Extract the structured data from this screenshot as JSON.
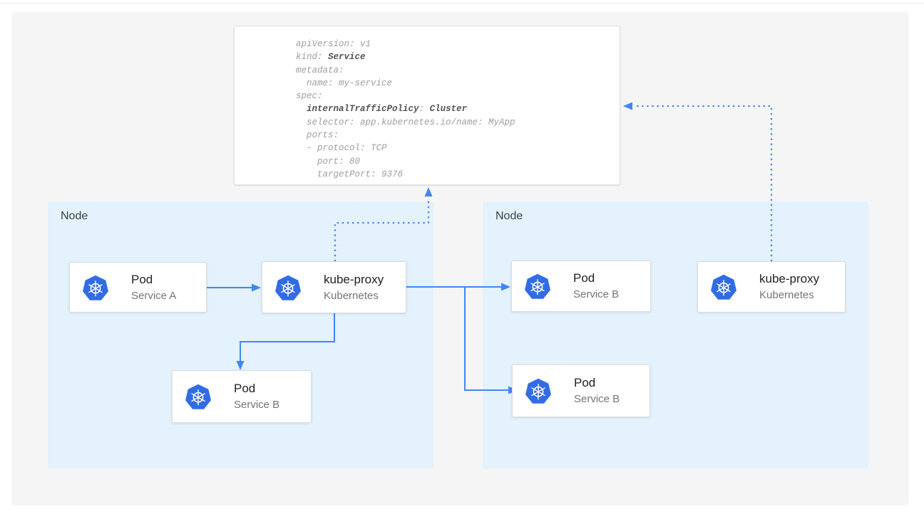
{
  "colors": {
    "accent_blue": "#4285F4",
    "kubernetes_blue": "#326CE5",
    "node_background": "#E3F2FD",
    "panel_background": "#F5F5F6",
    "card_border": "#DEDEDE",
    "code_text": "#9E9E9E",
    "code_bold_text": "#545454",
    "title_text": "#202124",
    "subtitle_text": "#757575",
    "node_label_text": "#3C4043"
  },
  "yaml": {
    "lines": [
      {
        "segments": [
          {
            "text": "apiVersion: v1",
            "bold": false
          }
        ]
      },
      {
        "segments": [
          {
            "text": "kind: ",
            "bold": false
          },
          {
            "text": "Service",
            "bold": true
          }
        ]
      },
      {
        "segments": [
          {
            "text": "metadata:",
            "bold": false
          }
        ]
      },
      {
        "segments": [
          {
            "text": "  name: my-service",
            "bold": false
          }
        ]
      },
      {
        "segments": [
          {
            "text": "spec:",
            "bold": false
          }
        ]
      },
      {
        "segments": [
          {
            "text": "  ",
            "bold": false
          },
          {
            "text": "internalTrafficPolicy",
            "bold": true
          },
          {
            "text": ": ",
            "bold": false
          },
          {
            "text": "Cluster",
            "bold": true
          }
        ]
      },
      {
        "segments": [
          {
            "text": "  selector: app.kubernetes.io/name: MyApp",
            "bold": false
          }
        ]
      },
      {
        "segments": [
          {
            "text": "  ports:",
            "bold": false
          }
        ]
      },
      {
        "segments": [
          {
            "text": "  - protocol: TCP",
            "bold": false
          }
        ]
      },
      {
        "segments": [
          {
            "text": "    port: 80",
            "bold": false
          }
        ]
      },
      {
        "segments": [
          {
            "text": "    targetPort: 9376",
            "bold": false
          }
        ]
      }
    ]
  },
  "nodes": {
    "left": {
      "label": "Node"
    },
    "right": {
      "label": "Node"
    }
  },
  "cards": [
    {
      "title": "Pod",
      "subtitle": "Service A",
      "icon": "kubernetes-icon"
    },
    {
      "title": "kube-proxy",
      "subtitle": "Kubernetes",
      "icon": "kubernetes-icon"
    },
    {
      "title": "Pod",
      "subtitle": "Service B",
      "icon": "kubernetes-icon"
    },
    {
      "title": "Pod",
      "subtitle": "Service B",
      "icon": "kubernetes-icon"
    },
    {
      "title": "Pod",
      "subtitle": "Service B",
      "icon": "kubernetes-icon"
    },
    {
      "title": "kube-proxy",
      "subtitle": "Kubernetes",
      "icon": "kubernetes-icon"
    }
  ]
}
